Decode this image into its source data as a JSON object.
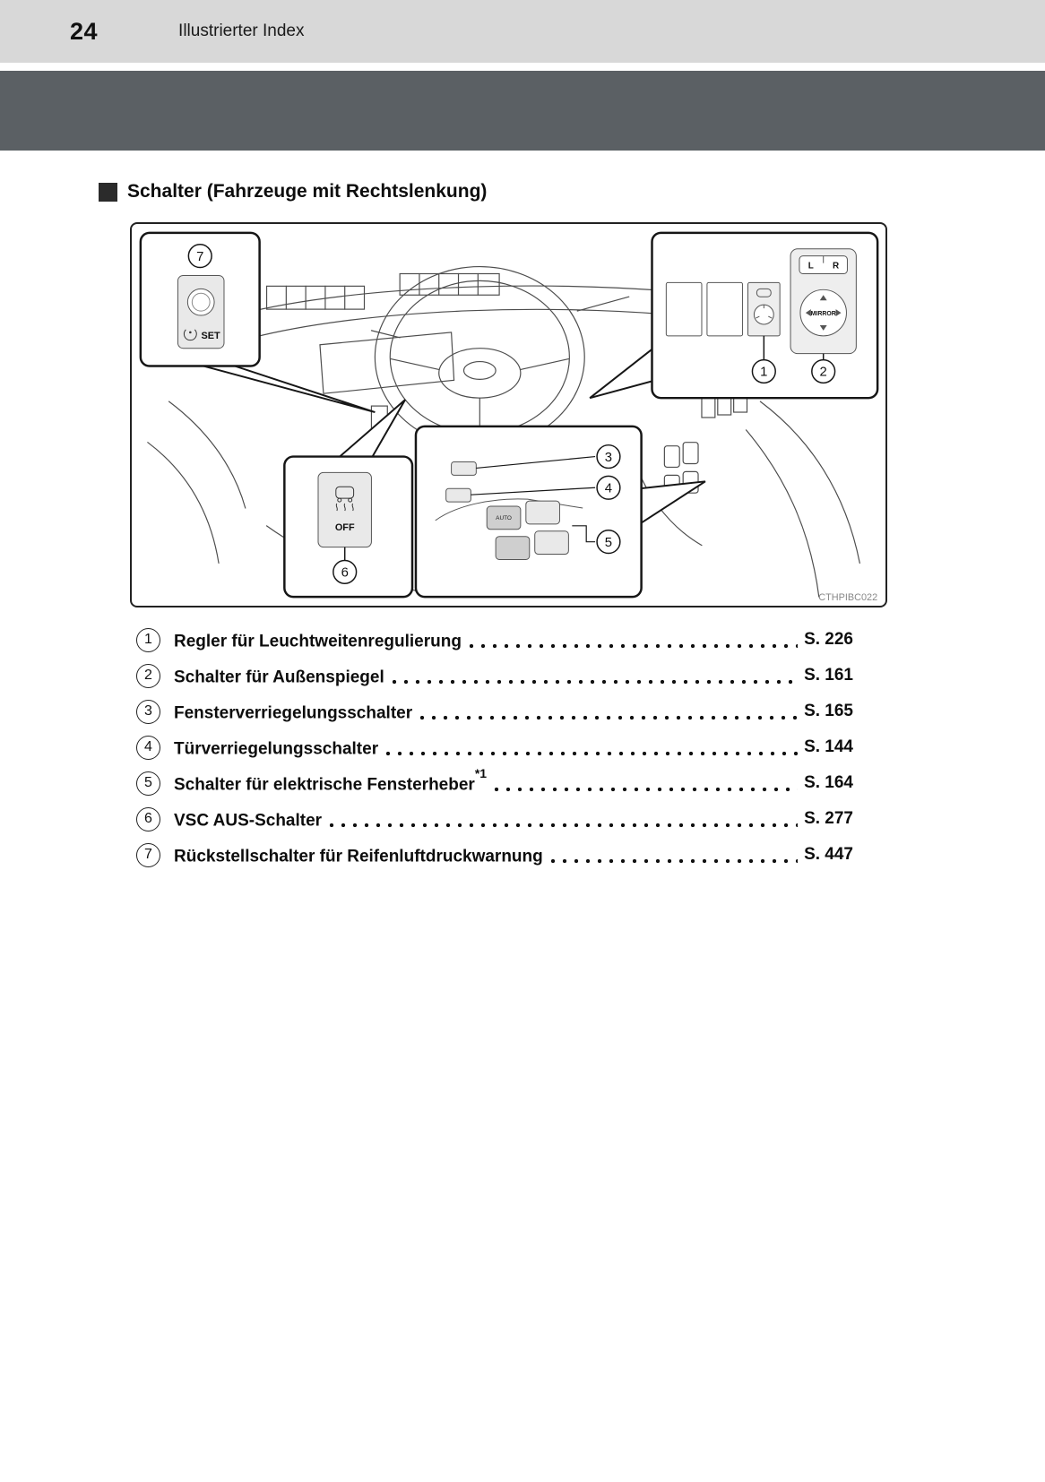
{
  "page": {
    "number": "24",
    "header_title": "Illustrierter Index"
  },
  "section_title": "Schalter (Fahrzeuge mit Rechtslenkung)",
  "figure": {
    "code": "CTHPIBC022",
    "callouts": {
      "c1": "1",
      "c2": "2",
      "c3": "3",
      "c4": "4",
      "c5": "5",
      "c6": "6",
      "c7": "7"
    },
    "labels": {
      "set": "SET",
      "off": "OFF",
      "mirror": "MIRROR",
      "left": "L",
      "right": "R",
      "auto": "AUTO"
    }
  },
  "index_items": [
    {
      "num": "1",
      "label": "Regler für Leuchtweitenregulierung",
      "sup": "",
      "page": "S. 226"
    },
    {
      "num": "2",
      "label": "Schalter für Außenspiegel",
      "sup": "",
      "page": "S. 161"
    },
    {
      "num": "3",
      "label": "Fensterverriegelungsschalter",
      "sup": "",
      "page": "S. 165"
    },
    {
      "num": "4",
      "label": "Türverriegelungsschalter",
      "sup": "",
      "page": "S. 144"
    },
    {
      "num": "5",
      "label": "Schalter für elektrische Fensterheber",
      "sup": "*1",
      "page": "S. 164"
    },
    {
      "num": "6",
      "label": "VSC AUS-Schalter",
      "sup": "",
      "page": "S. 277"
    },
    {
      "num": "7",
      "label": "Rückstellschalter für Reifenluftdruckwarnung",
      "sup": "",
      "page": "S. 447"
    }
  ]
}
